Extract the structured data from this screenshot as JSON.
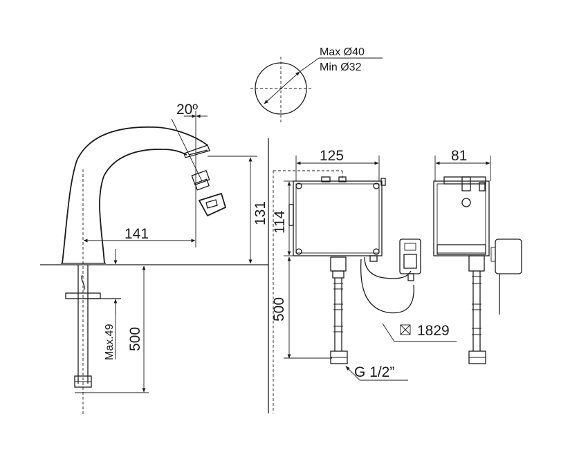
{
  "dims": {
    "angle": "20º",
    "spout_reach": "141",
    "spout_height": "131",
    "max_deck": "Max.49",
    "hose_length_left": "500",
    "hole_max": "Max Ø40",
    "hole_min": "Min Ø32",
    "box_width": "125",
    "box_height": "114",
    "hose_length_mid": "500",
    "box_depth": "81",
    "cable_length": "1829",
    "thread": "G 1/2”"
  }
}
